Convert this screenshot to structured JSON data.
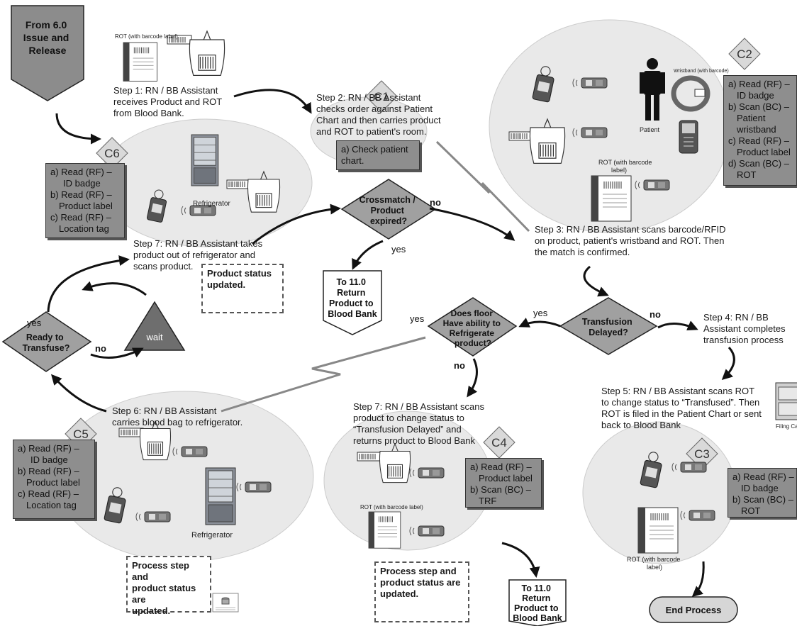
{
  "start": {
    "lines": [
      "From 6.0",
      "Issue and",
      "Release"
    ]
  },
  "rot_label_top": "ROT (with barcode label)",
  "step1": {
    "lines": [
      "Step 1: RN / BB Assistant",
      "receives Product and ROT",
      "from Blood Bank."
    ]
  },
  "step2": {
    "lines": [
      "Step 2: RN / BB Assistant",
      "checks order against Patient",
      "Chart and then carries product",
      "and ROT to patient's room."
    ]
  },
  "step3": {
    "lines": [
      "Step 3: RN / BB Assistant scans barcode/RFID",
      "on product, patient's wristband and ROT. Then",
      "the match is confirmed."
    ]
  },
  "step4": {
    "lines": [
      "Step 4: RN / BB",
      "Assistant completes",
      "transfusion process"
    ]
  },
  "step5": {
    "lines": [
      "Step 5: RN / BB Assistant scans ROT",
      "to change status to “Transfused”. Then",
      "ROT is filed in the Patient Chart or sent",
      "back to Blood Bank"
    ]
  },
  "step6": {
    "lines": [
      "Step 6: RN / BB Assistant",
      "carries blood bag to refrigerator."
    ]
  },
  "step7_top": {
    "lines": [
      "Step 7: RN / BB Assistant takes",
      "product out of refrigerator and",
      "scans product."
    ]
  },
  "step7_bottom": {
    "lines": [
      "Step 7: RN / BB Assistant scans",
      "product to change status to",
      "“Transfusion Delayed” and",
      "returns product to Blood Bank"
    ]
  },
  "controls": {
    "c1": {
      "tag": "C1",
      "lines": [
        "a) Check patient",
        "chart."
      ]
    },
    "c2": {
      "tag": "C2",
      "lines": [
        "a) Read (RF) –",
        "ID badge",
        "b) Scan (BC) –",
        "Patient",
        "wristband",
        "c) Read (RF) –",
        "Product label",
        "d)  Scan (BC) –",
        "ROT"
      ]
    },
    "c3": {
      "tag": "C3",
      "lines": [
        "a) Read (RF) –",
        "ID badge",
        "b) Scan (BC) –",
        "ROT"
      ]
    },
    "c4": {
      "tag": "C4",
      "lines": [
        "a) Read (RF) –",
        "Product  label",
        "b) Scan (BC) –",
        "TRF"
      ]
    },
    "c5": {
      "tag": "C5",
      "lines": [
        "a) Read (RF) –",
        "ID badge",
        "b) Read (RF) –",
        "Product label",
        "c) Read (RF) –",
        "Location tag"
      ]
    },
    "c6": {
      "tag": "C6",
      "lines": [
        "a) Read (RF) –",
        "ID badge",
        "b) Read (RF) –",
        "Product label",
        "c) Read (RF) –",
        "Location tag"
      ]
    }
  },
  "decisions": {
    "crossmatch": {
      "lines": [
        "Crossmatch /",
        "Product",
        "expired?"
      ],
      "no": "no",
      "yes": "yes"
    },
    "transfusion_delayed": {
      "lines": [
        "Transfusion",
        "Delayed?"
      ],
      "yes": "yes",
      "no": "no"
    },
    "floor_refrigerate": {
      "lines": [
        "Does floor",
        "Have ability to",
        "Refrigerate",
        "product?"
      ],
      "yes": "yes",
      "no": "no"
    },
    "ready": {
      "lines": [
        "Ready to",
        "Transfuse?"
      ],
      "yes": "yes",
      "no": "no"
    }
  },
  "wait": "wait",
  "to_return_top": {
    "lines": [
      "To 11.0",
      "Return",
      "Product to",
      "Blood Bank"
    ]
  },
  "to_return_bottom": {
    "lines": [
      "To 11.0",
      "Return",
      "Product to",
      "Blood Bank"
    ]
  },
  "status_product": {
    "lines": [
      "Product status",
      "updated."
    ]
  },
  "status_process_c5": {
    "lines": [
      "Process step and",
      "product status are",
      "updated."
    ]
  },
  "status_process_c4": {
    "lines": [
      "Process step and",
      "product status are",
      "updated."
    ]
  },
  "end": "End Process",
  "labels": {
    "refrigerator_c6": "Refrigerator",
    "refrigerator_c5": "Refrigerator",
    "patient": "Patient",
    "wristband": "Wristband (with barcode)",
    "rot_c2": {
      "lines": [
        "ROT (with barcode",
        "label)"
      ]
    },
    "rot_c4": "ROT (with barcode label)",
    "rot_c3": {
      "lines": [
        "ROT (with barcode",
        "label)"
      ]
    },
    "filing_cabinet": "Filing Cabi"
  },
  "colors": {
    "box_fill": "#8e8e8e",
    "ellipse_fill": "#e9e9e9",
    "start_fill": "#8c8c8c",
    "wait_fill": "#6e6e6e"
  }
}
